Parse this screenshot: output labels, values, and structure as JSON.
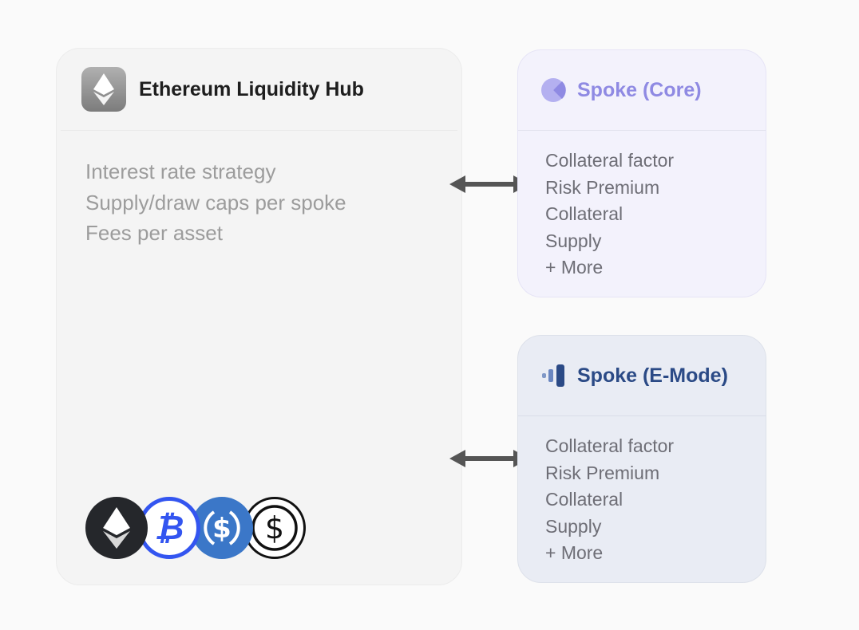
{
  "hub": {
    "title": "Ethereum Liquidity Hub",
    "icon": "ethereum-icon",
    "items": [
      "Interest rate strategy",
      "Supply/draw caps per spoke",
      "Fees per asset"
    ],
    "assets": [
      "ethereum-icon",
      "bitcoin-icon",
      "usdc-icon",
      "dollar-icon"
    ]
  },
  "spokes": [
    {
      "title": "Spoke (Core)",
      "icon": "core-pie-icon",
      "accent": "#8f8ae3",
      "items": [
        "Collateral factor",
        "Risk Premium",
        "Collateral",
        "Supply",
        "+ More"
      ]
    },
    {
      "title": "Spoke (E-Mode)",
      "icon": "emode-bars-icon",
      "accent": "#2b4a86",
      "items": [
        "Collateral factor",
        "Risk Premium",
        "Collateral",
        "Supply",
        "+ More"
      ]
    }
  ]
}
